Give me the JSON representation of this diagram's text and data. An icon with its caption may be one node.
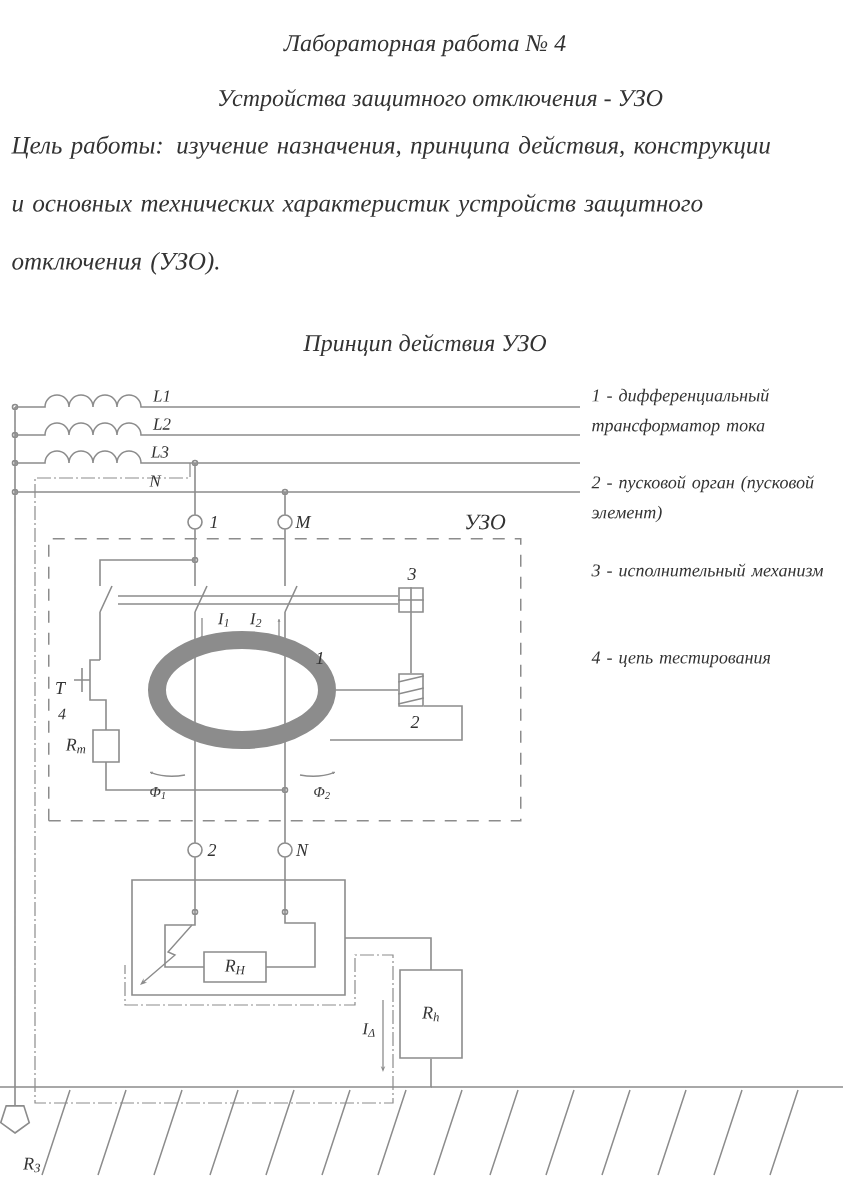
{
  "diagram": {
    "title": "Лабораторная работа № 4",
    "nodes": [
      {
        "text": [
          "УЗО"
        ]
      },
      {
        "text": [],
        "shape": "circle",
        "beside": [
          "1",
          "I$_{1}$",
          "I$_{2}$"
        ],
        "in": 0
      },
      {
        "text": [],
        "shape": "box",
        "beside": [
          "3"
        ],
        "in": 0
      },
      {
        "text": [],
        "shape": "box",
        "beside": [
          "2"
        ],
        "in": 0
      },
      {
        "text": [],
        "shape": "box",
        "beside": [
          "R$_{т}$"
        ],
        "in": 0
      },
      {
        "text": [
          "R$_{Н}$"
        ]
      },
      {
        "text": [
          "R$_{h}$"
        ]
      },
      {
        "text": [],
        "shape": "pentagon",
        "beside": [
          "R$_{З}$"
        ]
      }
    ],
    "edges": [
      {
        "from": 2,
        "to": 3,
        "arrow": "none"
      },
      {
        "from": 1,
        "to": 3,
        "arrow": "none"
      },
      {
        "from": 6,
        "to": 7,
        "arrow": "none"
      }
    ],
    "labels": [
      "Устройства защитного отключения - УЗО",
      "Цель работы: изучение назначения, принципа действия, конструкции и основных технических характеристик устройств защитного отключения (УЗО).",
      "Принцип действия УЗО",
      "1 - дифференциальный трансформатор тока",
      "2 - пусковой орган (пусковой элемент)",
      "3 - исполнительный механизм",
      "4 - цепь тестирования",
      "L1",
      "L2",
      "L3",
      "N",
      "1",
      "M",
      "T",
      "4",
      "Φ$_{1}$",
      "Φ$_{2}$",
      "2",
      "N",
      "I$_{Δ}$"
    ]
  }
}
